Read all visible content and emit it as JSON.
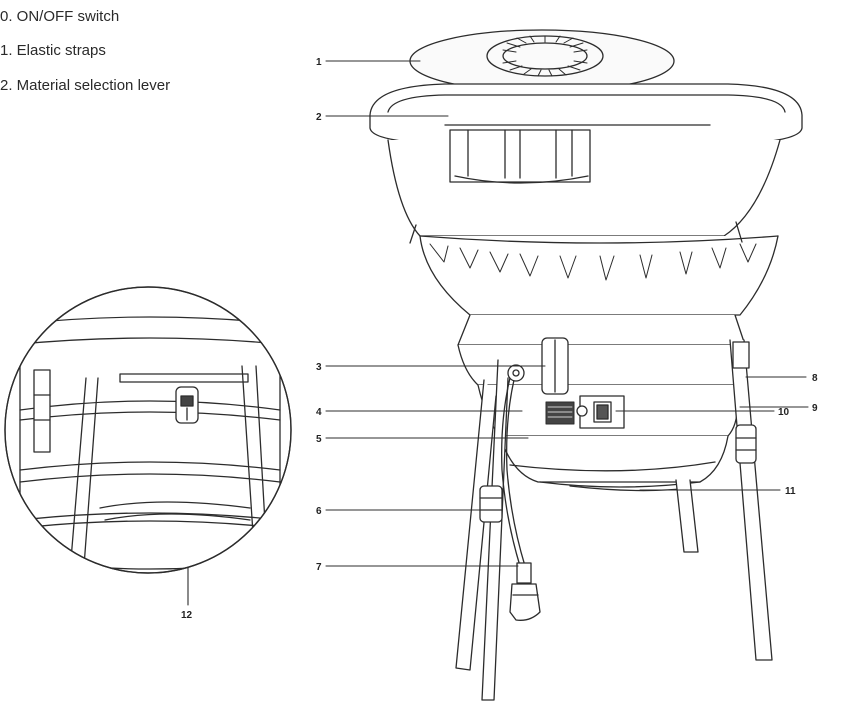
{
  "legend": {
    "items": [
      "0. ON/OFF switch",
      "1. Elastic straps",
      "2. Material selection lever"
    ]
  },
  "callouts": {
    "c1": "1",
    "c2": "2",
    "c3": "3",
    "c4": "4",
    "c5": "5",
    "c6": "6",
    "c7": "7",
    "c8": "8",
    "c9": "9",
    "c10": "10",
    "c11": "11",
    "c12": "12"
  }
}
